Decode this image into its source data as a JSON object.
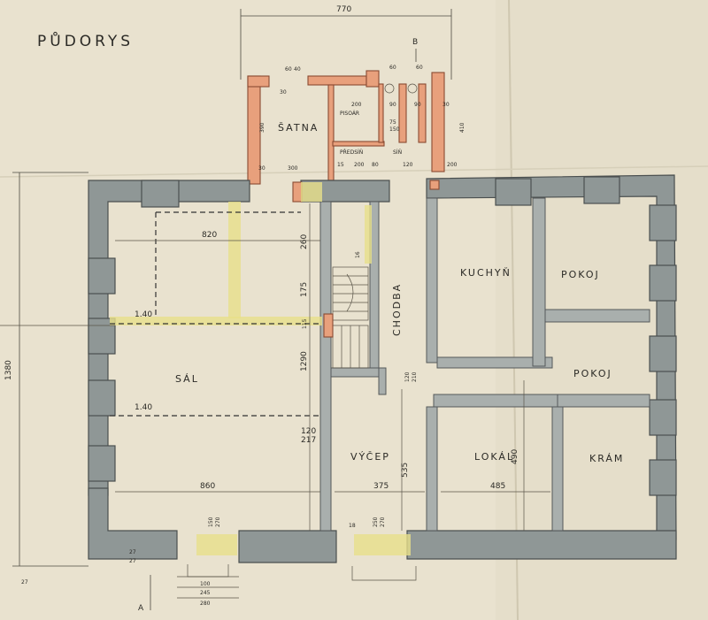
{
  "title": "PŮDORYS",
  "rooms": {
    "satna": "ŠATNA",
    "pisoar": "PISOÁR",
    "predsin": "PŘEDSÍŇ",
    "sin": "SÍŇ",
    "sal": "SÁL",
    "chodba": "CHODBA",
    "kuchyn": "KUCHYŇ",
    "pokoj_1": "POKOJ",
    "pokoj_2": "POKOJ",
    "vycep": "VÝČEP",
    "lokal": "LOKÁL",
    "kram": "KRÁM"
  },
  "dimensions": {
    "top_width": "770",
    "left_height": "1380",
    "sal_width": "860",
    "sal_depth": "1290",
    "sal_upper": "820",
    "vycep_width": "375",
    "vycep_depth": "535",
    "lokal_width": "485",
    "lokal_depth": "490",
    "d_260": "260",
    "d_175": "175",
    "d_16": "16",
    "d_115": "115",
    "d_140a": "1.40",
    "d_140b": "1.40",
    "d_120a": "120",
    "d_217": "217",
    "d_120b": "120",
    "d_210": "210",
    "d_18": "18",
    "d_150": "150",
    "d_270a": "270",
    "d_250": "250",
    "d_270b": "270",
    "d_100": "100",
    "d_245": "245",
    "d_280": "280",
    "d_27a": "27",
    "d_27b": "27",
    "d_27c": "27",
    "d_60a": "60",
    "d_40": "40",
    "d_60b": "60",
    "d_60c": "60",
    "d_30a": "30",
    "d_300": "300",
    "d_390": "390",
    "d_30b": "30",
    "d_200a": "200",
    "d_90a": "90",
    "d_90b": "90",
    "d_30c": "30",
    "d_410": "410",
    "d_15": "15",
    "d_200b": "200",
    "d_120c": "120",
    "d_200c": "200",
    "d_150b": "150",
    "d_75": "75",
    "d_80": "80",
    "section_a": "A",
    "section_b": "B"
  }
}
